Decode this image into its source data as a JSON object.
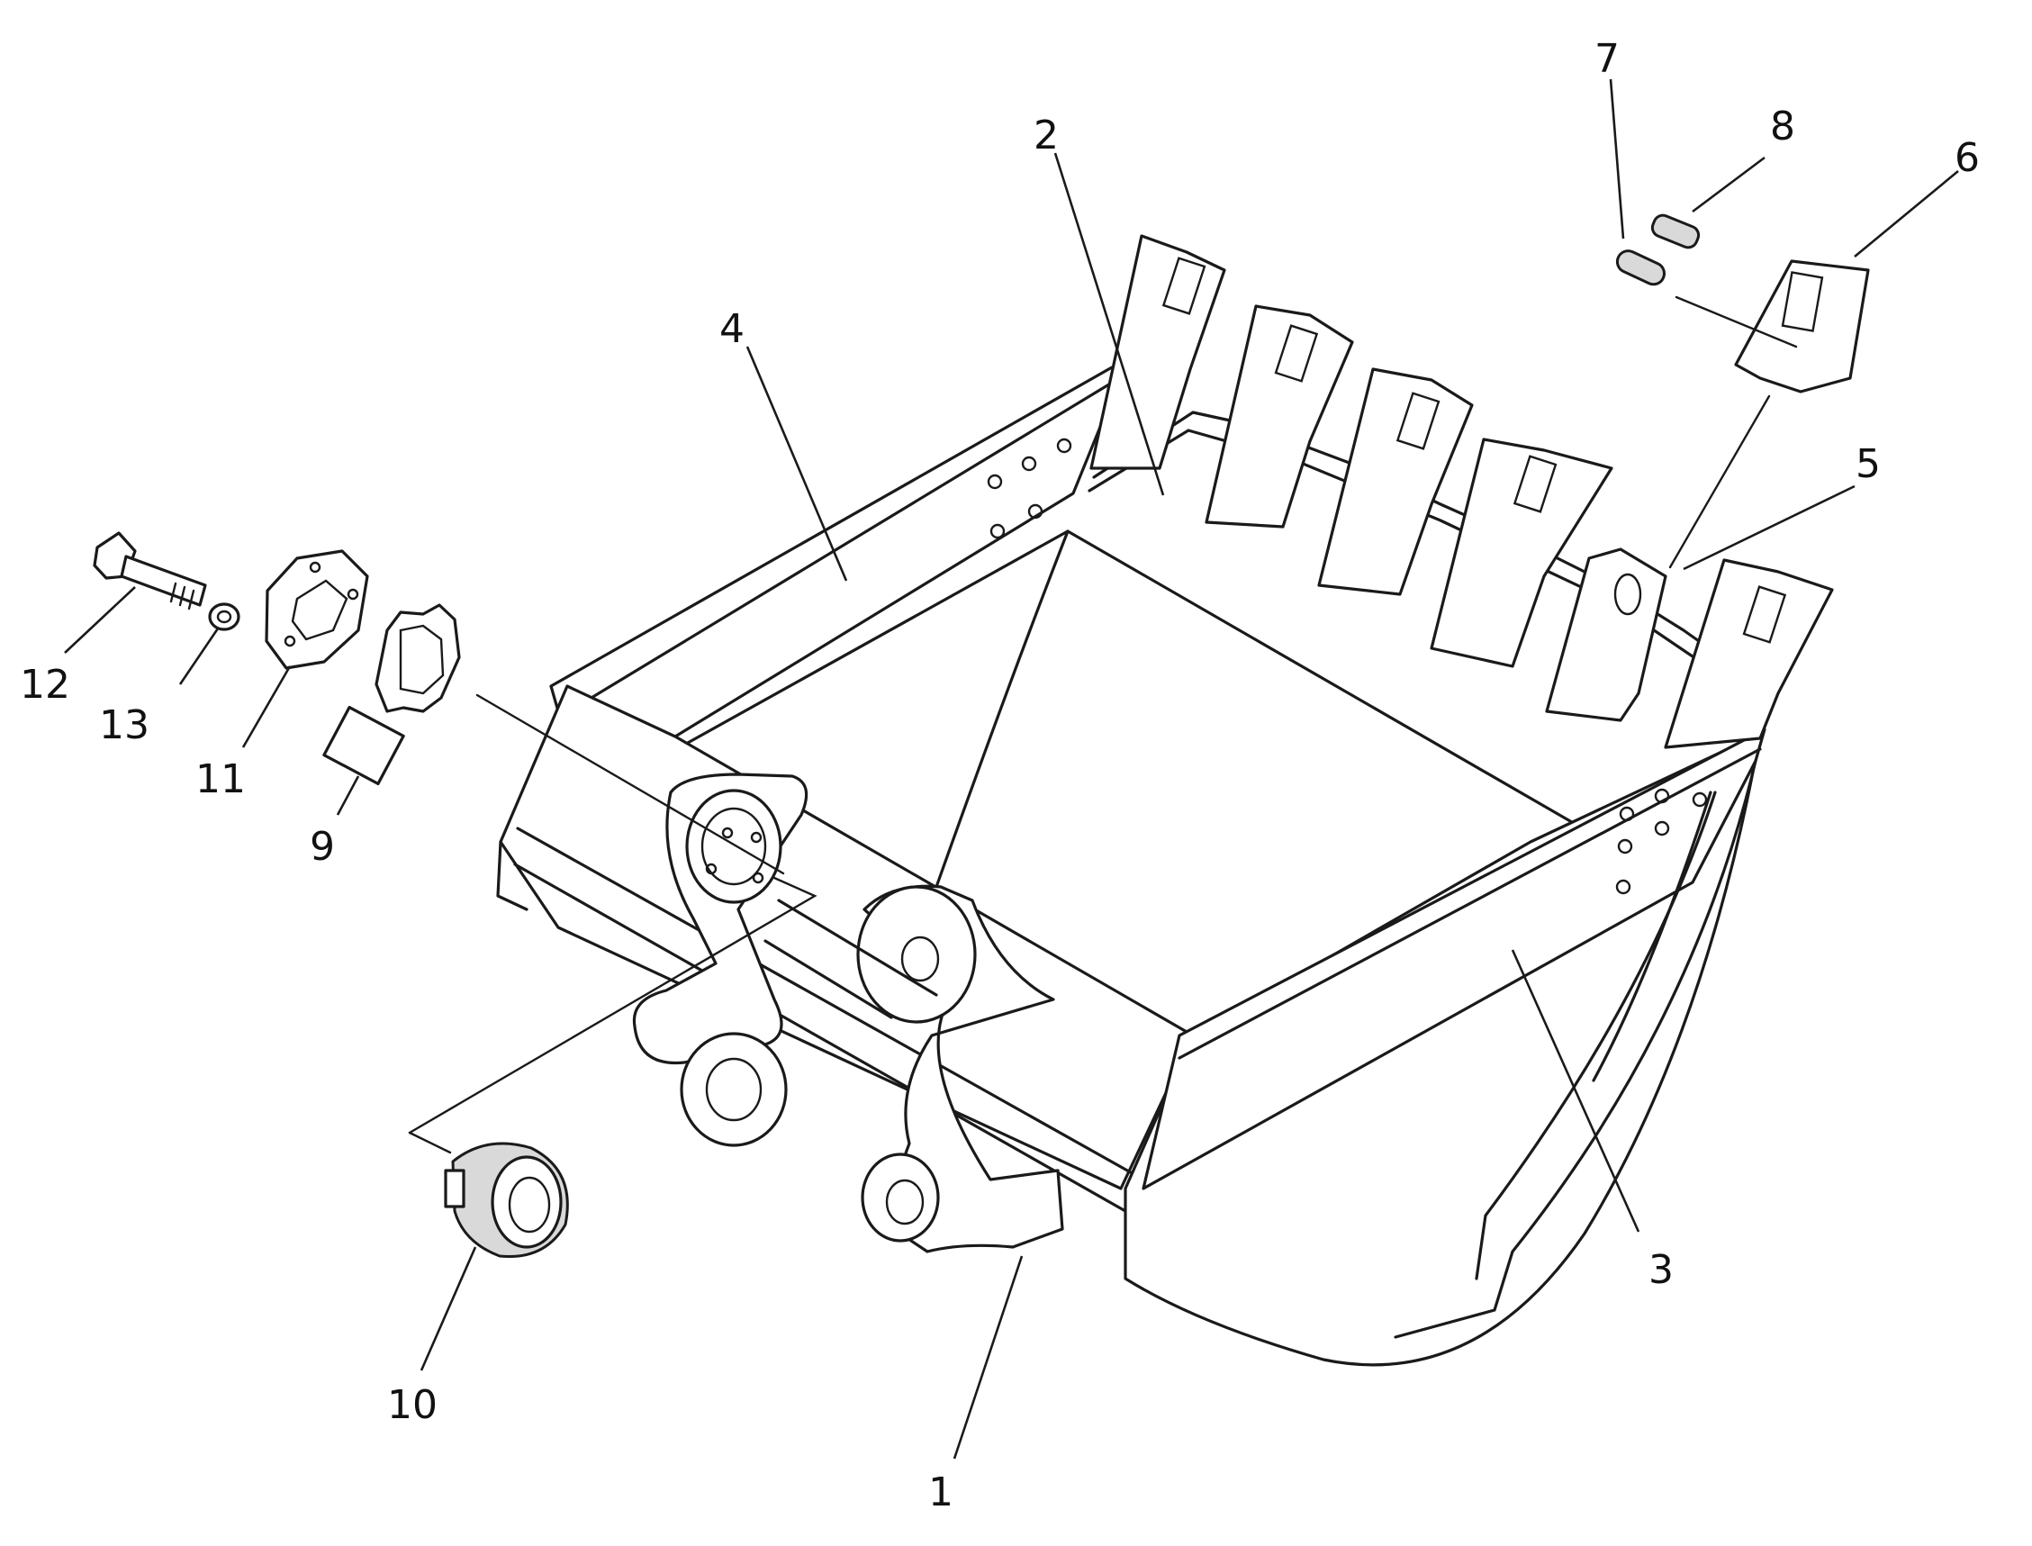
{
  "diagram": {
    "callouts": [
      "1",
      "2",
      "3",
      "4",
      "5",
      "6",
      "7",
      "8",
      "9",
      "10",
      "11",
      "12",
      "13"
    ],
    "ink_color": "#1a1a1a",
    "background": "#ffffff"
  }
}
